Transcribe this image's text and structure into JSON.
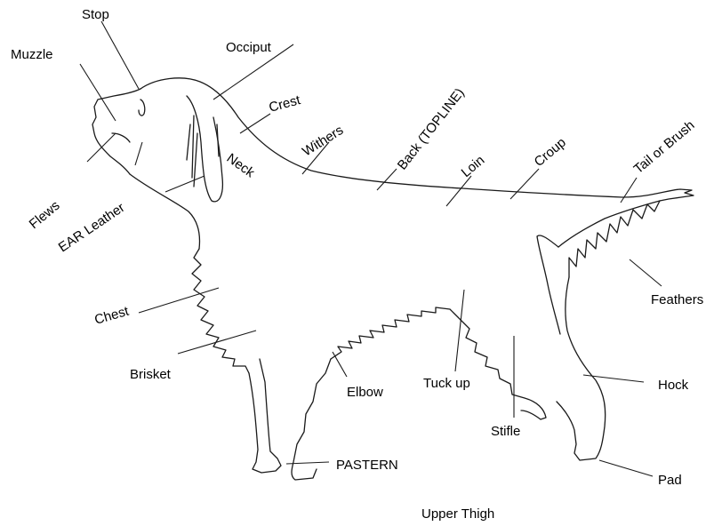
{
  "labels": {
    "stop": "Stop",
    "muzzle": "Muzzle",
    "occiput": "Occiput",
    "crest": "Crest",
    "withers": "Withers",
    "back": "Back (TOPLINE)",
    "loin": "Loin",
    "croup": "Croup",
    "tail": "Tail or Brush",
    "neck": "Neck",
    "flews": "Flews",
    "ear": "EAR Leather",
    "feathers": "Feathers",
    "chest": "Chest",
    "brisket": "Brisket",
    "hock": "Hock",
    "elbow": "Elbow",
    "tuckup": "Tuck up",
    "stifle": "Stifle",
    "pastern": "PASTERN",
    "pad": "Pad",
    "upper_thigh": "Upper Thigh"
  },
  "colors": {
    "line": "#1a1a1a",
    "background": "#ffffff"
  }
}
